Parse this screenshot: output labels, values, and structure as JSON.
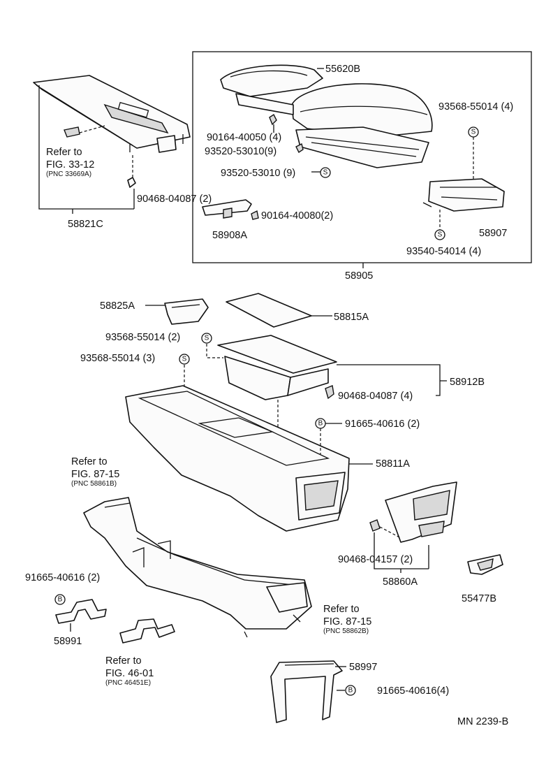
{
  "parts": {
    "p55620B": "55620B",
    "p90164_40050": "90164-40050 (4)",
    "p93520_53010a": "93520-53010(9)",
    "p93520_53010b": "93520-53010 (9)",
    "p93568_55014_4": "93568-55014 (4)",
    "p58907": "58907",
    "p93540_54014": "93540-54014 (4)",
    "p90164_40080": "90164-40080(2)",
    "p58908A": "58908A",
    "p58905": "58905",
    "p90468_04087_2": "90468-04087 (2)",
    "p58821C": "58821C",
    "p58825A": "58825A",
    "p58815A": "58815A",
    "p93568_55014_2": "93568-55014 (2)",
    "p93568_55014_3": "93568-55014 (3)",
    "p58912B": "58912B",
    "p90468_04087_4": "90468-04087 (4)",
    "p91665_40616_2a": "91665-40616 (2)",
    "p58811A": "58811A",
    "p90468_04157": "90468-04157 (2)",
    "p58860A": "58860A",
    "p55477B": "55477B",
    "p91665_40616_2b": "91665-40616 (2)",
    "p58991": "58991",
    "p58997": "58997",
    "p91665_40616_4": "91665-40616(4)"
  },
  "references": {
    "ref1": {
      "refer": "Refer to",
      "fig": "FIG. 33-12",
      "pnc": "(PNC 33669A)"
    },
    "ref2": {
      "refer": "Refer to",
      "fig": "FIG. 87-15",
      "pnc": "(PNC 58861B)"
    },
    "ref3": {
      "refer": "Refer to",
      "fig": "FIG. 87-15",
      "pnc": "(PNC 58862B)"
    },
    "ref4": {
      "refer": "Refer to",
      "fig": "FIG. 46-01",
      "pnc": "(PNC 46451E)"
    }
  },
  "symbols": {
    "s": "S",
    "b": "B"
  },
  "catalog_code": "MN 2239-B"
}
